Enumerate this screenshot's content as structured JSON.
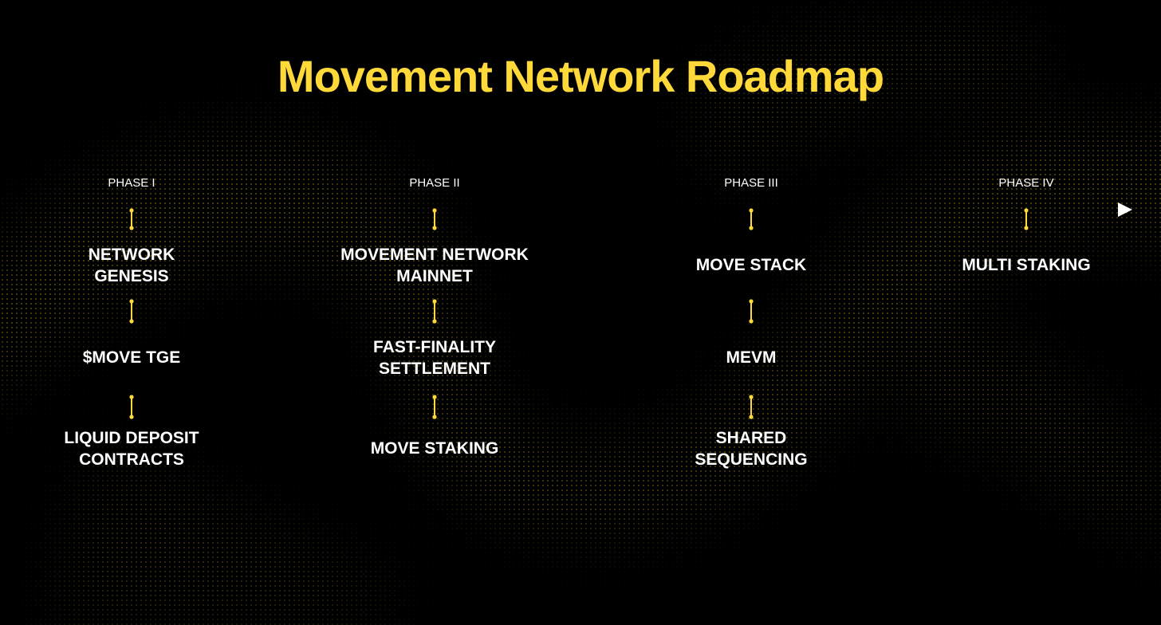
{
  "title": "Movement Network Roadmap",
  "colors": {
    "accent": "#ffd93a",
    "line": "#ffffff",
    "background": "#000000"
  },
  "phases": [
    {
      "label": "PHASE I",
      "items": [
        "NETWORK\nGENESIS",
        "$MOVE TGE",
        "LIQUID DEPOSIT\nCONTRACTS"
      ]
    },
    {
      "label": "PHASE II",
      "items": [
        "MOVEMENT NETWORK\nMAINNET",
        "FAST-FINALITY\nSETTLEMENT",
        "MOVE STAKING"
      ]
    },
    {
      "label": "PHASE III",
      "items": [
        "MOVE STACK",
        "MEVM",
        "SHARED\nSEQUENCING"
      ]
    },
    {
      "label": "PHASE IV",
      "items": [
        "MULTI STAKING"
      ]
    }
  ]
}
